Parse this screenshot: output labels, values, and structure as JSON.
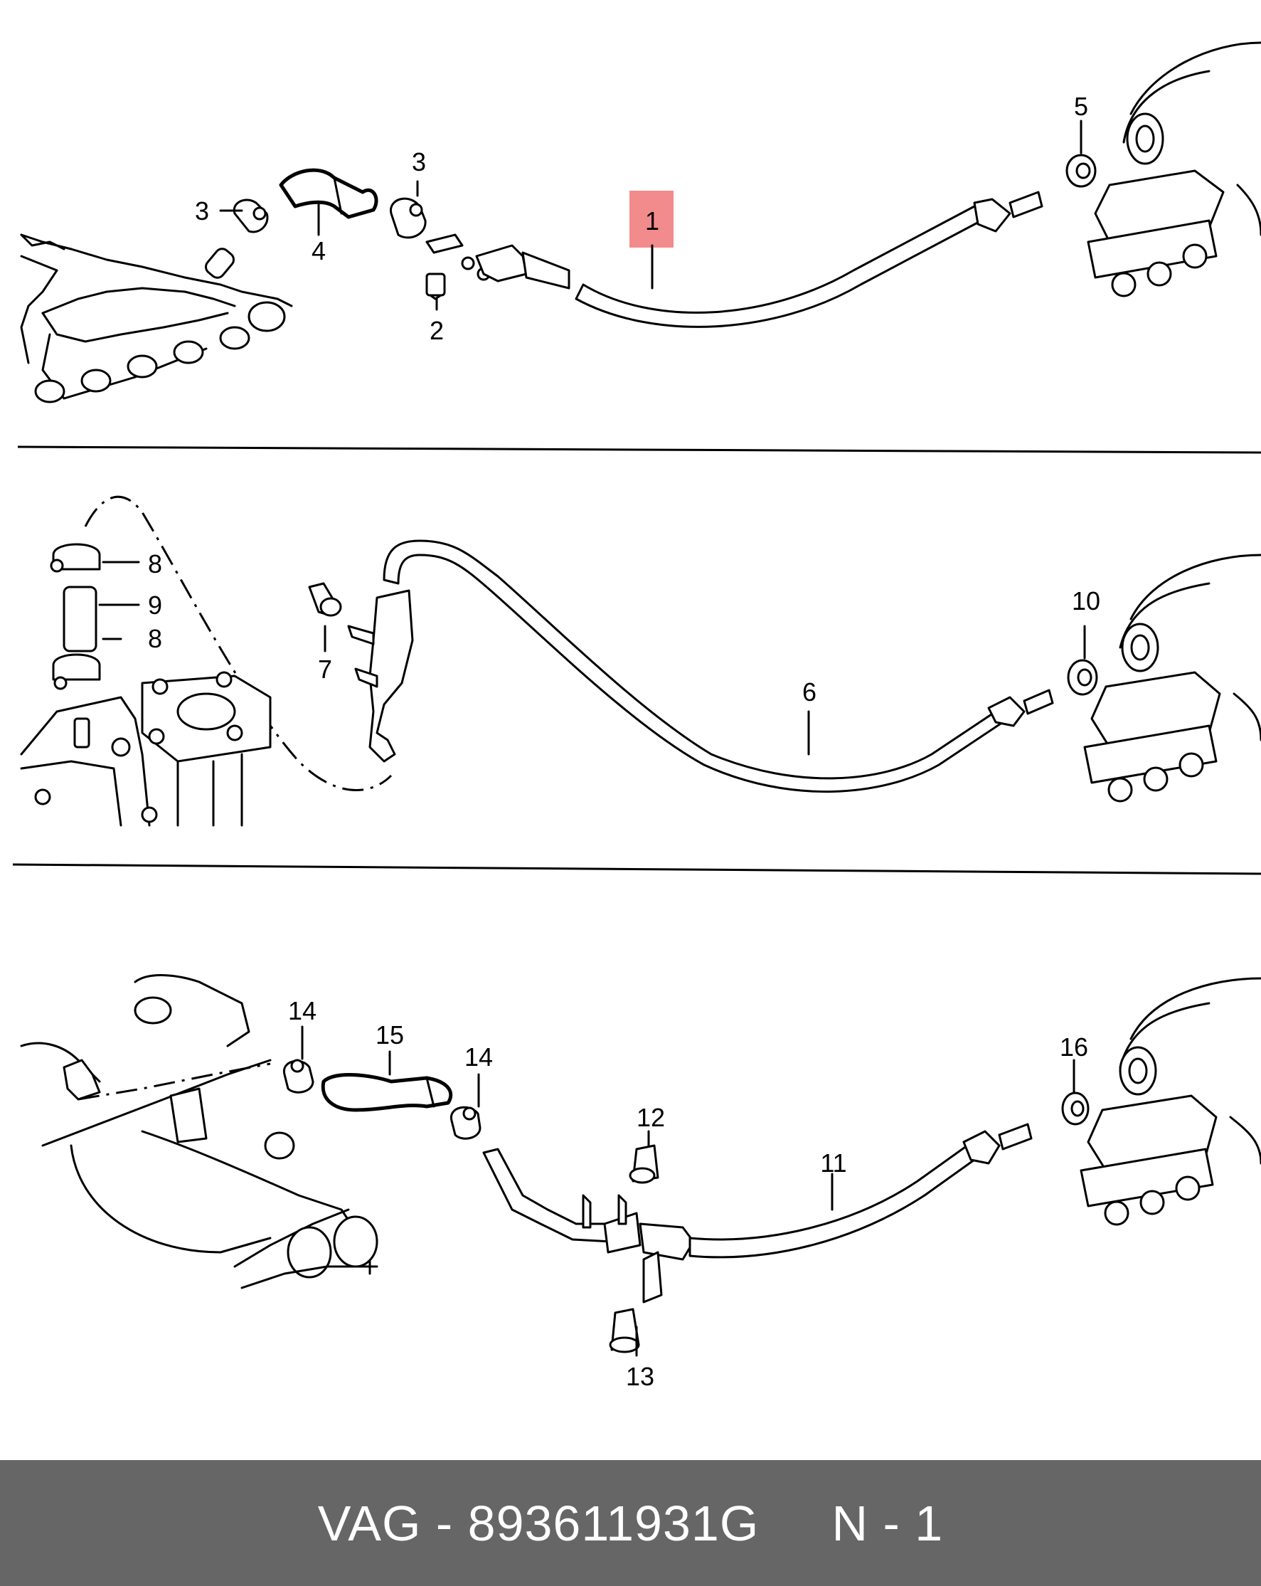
{
  "callouts": {
    "c1": "1",
    "c2": "2",
    "c3a": "3",
    "c3b": "3",
    "c4": "4",
    "c5": "5",
    "c6": "6",
    "c7": "7",
    "c8a": "8",
    "c8b": "8",
    "c9": "9",
    "c10": "10",
    "c11": "11",
    "c12": "12",
    "c13": "13",
    "c14a": "14",
    "c14b": "14",
    "c15": "15",
    "c16": "16"
  },
  "highlighted_callout": "1",
  "colors": {
    "highlight": "#f28b8b",
    "footer_bg": "#666666",
    "footer_text": "#ffffff"
  },
  "footer": {
    "text": "VAG - 893611931G     N - 1"
  }
}
